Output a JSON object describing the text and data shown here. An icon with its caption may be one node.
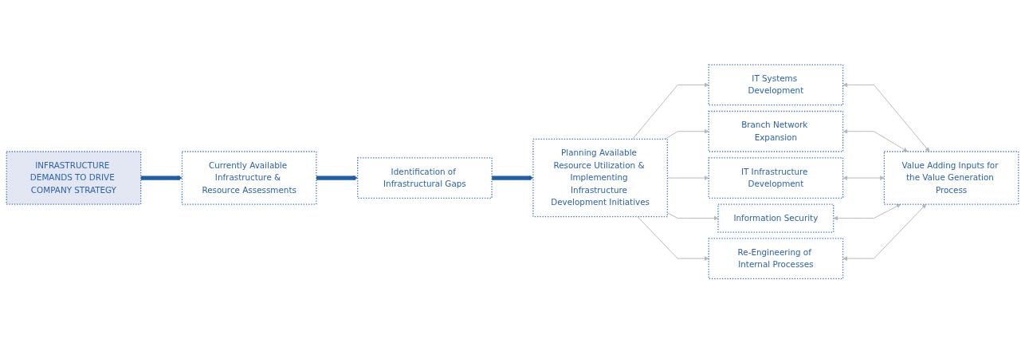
{
  "diagram": {
    "nodes": [
      {
        "text": [
          "INFRASTRUCTURE DEMANDS TO DRIVE COMPANY STRATEGY"
        ]
      },
      {
        "text": [
          "Currently Available Infrastructure & Resource Assessments"
        ]
      },
      {
        "text": [
          "Identification of Infrastructural Gaps"
        ]
      },
      {
        "text": [
          "Planning Available Resource Utilization & Implementing Infrastructure Development Initiatives"
        ]
      },
      {
        "text": [
          "IT Systems Development"
        ]
      },
      {
        "text": [
          "Branch Network Expansion"
        ]
      },
      {
        "text": [
          "IT Infrastructure Development"
        ]
      },
      {
        "text": [
          "Information Security"
        ]
      },
      {
        "text": [
          "Re-Engineering of Internal Processes"
        ]
      },
      {
        "text": [
          "Value Adding Inputs for the Value Generation Process"
        ]
      }
    ],
    "edges": [
      {
        "from": 0,
        "to": 1,
        "arrow": "to",
        "style": "thick",
        "color": "#1f5ea8"
      },
      {
        "from": 1,
        "to": 2,
        "arrow": "to",
        "style": "thick",
        "color": "#1f5ea8"
      },
      {
        "from": 2,
        "to": 3,
        "arrow": "to",
        "style": "thick",
        "color": "#1f5ea8"
      },
      {
        "from": 3,
        "to": 4,
        "arrow": "to"
      },
      {
        "from": 3,
        "to": 5,
        "arrow": "to"
      },
      {
        "from": 3,
        "to": 6,
        "arrow": "to"
      },
      {
        "from": 3,
        "to": 7,
        "arrow": "to"
      },
      {
        "from": 3,
        "to": 8,
        "arrow": "to"
      },
      {
        "from": 4,
        "to": 9,
        "arrow": "both"
      },
      {
        "from": 5,
        "to": 9,
        "arrow": "both"
      },
      {
        "from": 6,
        "to": 9,
        "arrow": "both"
      },
      {
        "from": 7,
        "to": 9,
        "arrow": "both"
      },
      {
        "from": 8,
        "to": 9,
        "arrow": "both"
      }
    ]
  }
}
